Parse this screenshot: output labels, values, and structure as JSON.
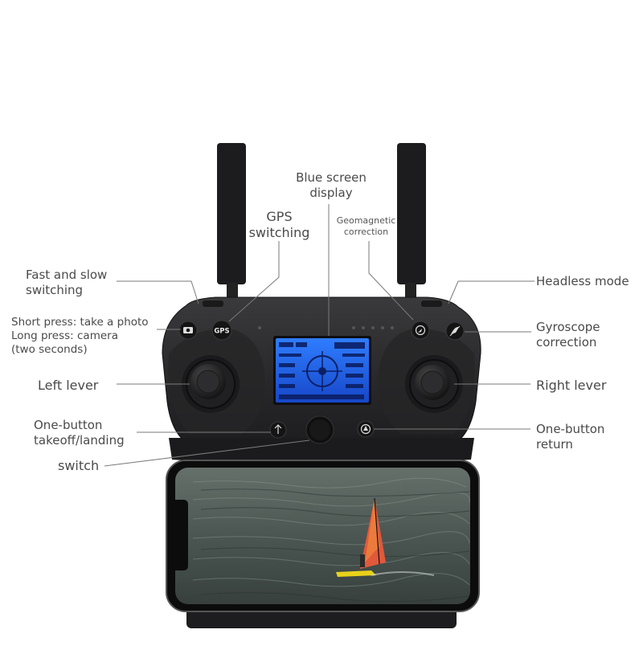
{
  "labels": {
    "blue_screen_display": [
      "Blue screen",
      "display"
    ],
    "gps_switching": [
      "GPS",
      "switching"
    ],
    "geomagnetic_correction": [
      "Geomagnetic",
      "correction"
    ],
    "fast_slow_switching": [
      "Fast and slow",
      "switching"
    ],
    "headless_mode": "Headless mode",
    "photo_camera": [
      "Short press: take a photo",
      "Long press: camera",
      "(two seconds)"
    ],
    "gyroscope_correction": [
      "Gyroscope",
      "correction"
    ],
    "left_lever": "Left lever",
    "right_lever": "Right lever",
    "one_button_takeoff": [
      "One-button",
      "takeoff/landing"
    ],
    "one_button_return": [
      "One-button",
      "return"
    ],
    "switch": "switch"
  },
  "controller": {
    "gps_button_text": "GPS"
  },
  "colors": {
    "body": "#2b2b2d",
    "screen": "#1e5fe0",
    "leader_line": "#7a7a7a",
    "sail": "#e2583a",
    "board": "#e8d21a"
  },
  "icons": [
    "camera-icon",
    "gps-icon",
    "compass-icon",
    "headless-icon",
    "takeoff-icon",
    "return-icon"
  ]
}
